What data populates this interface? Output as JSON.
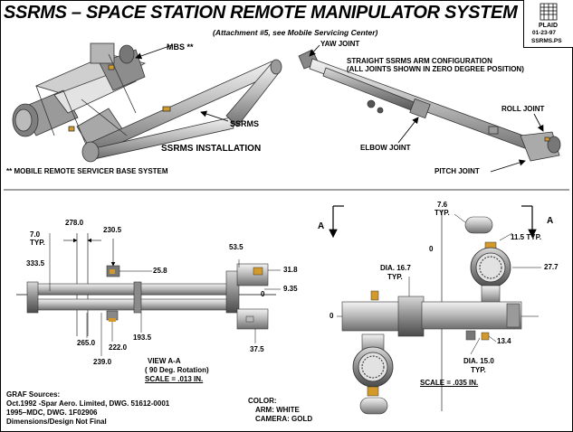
{
  "title": "SSRMS – SPACE STATION REMOTE MANIPULATOR SYSTEM",
  "subtitle": "(Attachment #5, see Mobile Servicing Center)",
  "logo": {
    "org": "PLAID",
    "date": "01-23-97",
    "file": "SSRMS.PS"
  },
  "installation": {
    "mbs_label": "MBS **",
    "ssrms_label": "SSRMS",
    "caption": "SSRMS INSTALLATION",
    "footnote": "** MOBILE REMOTE SERVICER BASE SYSTEM"
  },
  "config": {
    "yaw_joint": "YAW JOINT",
    "heading_line1": "STRAIGHT  SSRMS  ARM CONFIGURATION",
    "heading_line2": "(ALL JOINTS SHOWN IN ZERO DEGREE POSITION)",
    "roll_joint": "ROLL JOINT",
    "elbow_joint": "ELBOW JOINT",
    "pitch_joint": "PITCH JOINT"
  },
  "view_aa": {
    "dims": {
      "d278": "278.0",
      "d230": "230.5",
      "d70": "7.0",
      "typ1": "TYP.",
      "d333": "333.5",
      "d258": "25.8",
      "d535": "53.5",
      "d318": "31.8",
      "zero": "0",
      "d935": "9.35",
      "d265": "265.0",
      "d2220": "222.0",
      "d1935": "193.5",
      "d2390": "239.0",
      "d375": "37.5"
    },
    "caption": "VIEW A-A",
    "rotation": "( 90 Deg. Rotation)",
    "scale": "SCALE = .013 IN."
  },
  "end_view": {
    "arrow_a_left": "A",
    "arrow_a_right": "A",
    "d76": "7.6",
    "typ_76": "TYP.",
    "d115": "11.5 TYP.",
    "zero_top": "0",
    "d277": "27.7",
    "dia167": "DIA. 16.7",
    "typ_167": "TYP.",
    "zero_left": "0",
    "d134": "13.4",
    "dia150": "DIA. 15.0",
    "typ_150": "TYP.",
    "scale": "SCALE = .035 IN."
  },
  "sources": {
    "line1": "GRAF Sources:",
    "line2": "Oct.1992 -Spar Aero. Limited, DWG. 51612-0001",
    "line3": "1995–MDC, DWG. 1F02906",
    "line4": "Dimensions/Design Not Final"
  },
  "color_notes": {
    "heading": "COLOR:",
    "arm": "ARM: WHITE",
    "camera": "CAMERA: GOLD"
  }
}
